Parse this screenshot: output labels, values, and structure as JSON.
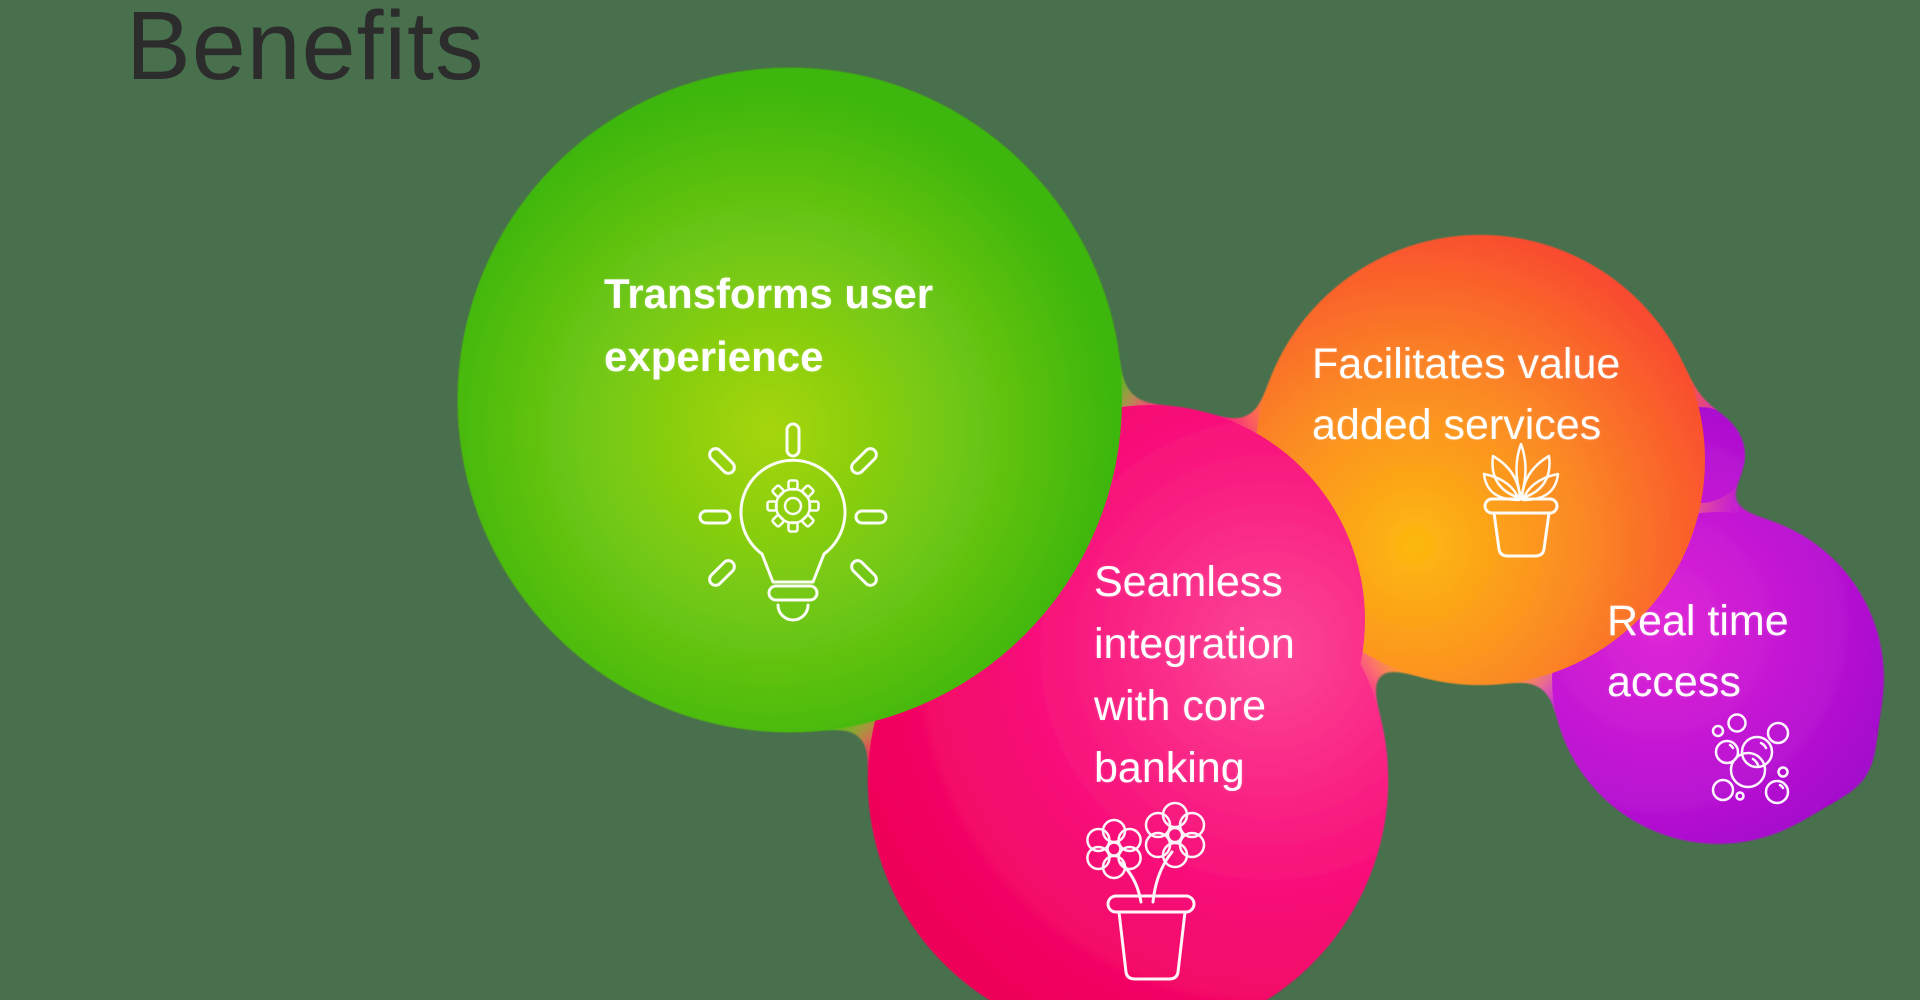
{
  "page": {
    "title": "Benefits",
    "title_color": "#2c2c2c",
    "background_color": "#48704d",
    "text_color": "#ffffff"
  },
  "benefits": [
    {
      "name": "transforms-user-experience",
      "color_name": "green",
      "lines": [
        "Transforms user",
        "experience"
      ],
      "icon": "lightbulb-gear-icon",
      "gradient": {
        "center": "#a6d60e",
        "mid": "#6fc713",
        "edge": "#3db60c"
      }
    },
    {
      "name": "seamless-integration-with-core-banking",
      "color_name": "pink",
      "lines": [
        "Seamless",
        "integration",
        "with core",
        "banking"
      ],
      "icon": "flower-pot-icon",
      "gradient": {
        "center": "#fc4697",
        "mid": "#f8107a",
        "edge": "#ef0058"
      }
    },
    {
      "name": "facilitates-value-added-services",
      "color_name": "orange",
      "lines": [
        "Facilitates value",
        "added services"
      ],
      "icon": "plant-pot-icon",
      "gradient": {
        "center": "#fdb90f",
        "mid": "#fb8a24",
        "edge": "#f94a30"
      }
    },
    {
      "name": "real-time-access",
      "color_name": "purple",
      "lines": [
        "Real time",
        "access"
      ],
      "icon": "bubbles-icon",
      "gradient": {
        "center": "#e027d6",
        "mid": "#bb13d3",
        "edge": "#8d07c6"
      }
    }
  ]
}
